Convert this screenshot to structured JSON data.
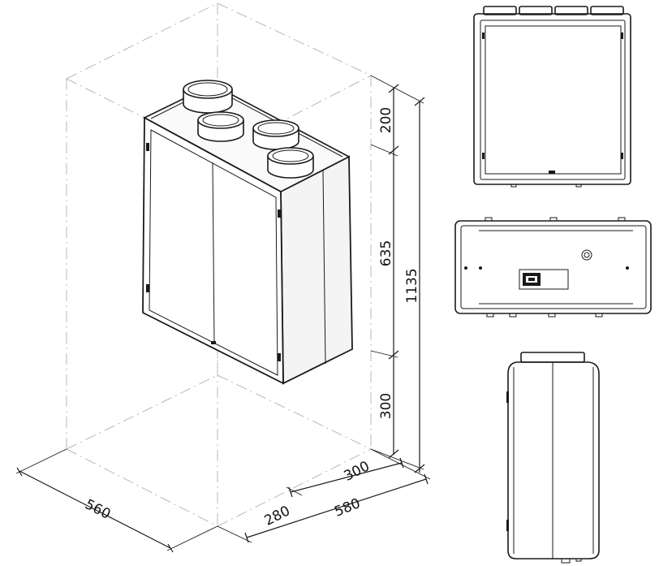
{
  "dimensions": {
    "top_clearance": "200",
    "unit_height": "635",
    "bottom_clearance": "300",
    "total_height": "1135",
    "width": "560",
    "depth_unit": "280",
    "depth_total": "580",
    "depth_clearance": "300"
  }
}
